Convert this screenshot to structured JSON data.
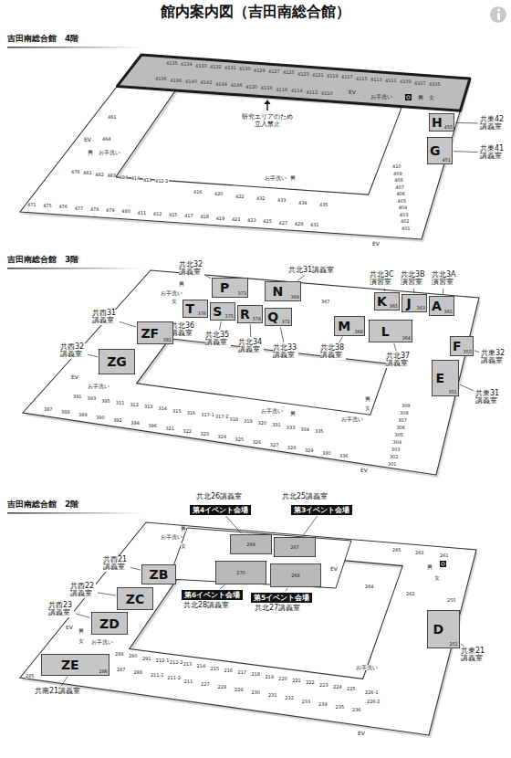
{
  "diagram": {
    "title": "館内案内図（吉田南総合館）",
    "nodes": [
      {
        "text": [
          "H",
          "共東42講義室",
          "455"
        ]
      },
      {
        "text": [
          "G",
          "共東41講義室",
          "451"
        ]
      },
      {
        "text": [
          "P",
          "共北32講義室",
          "373"
        ]
      },
      {
        "text": [
          "N",
          "共北31講義室",
          "369"
        ]
      },
      {
        "text": [
          "T",
          "共北36講義室",
          "376"
        ]
      },
      {
        "text": [
          "S",
          "共北35講義室",
          "375"
        ]
      },
      {
        "text": [
          "R",
          "共北34講義室",
          "374"
        ]
      },
      {
        "text": [
          "Q",
          "共北33講義室",
          "372"
        ]
      },
      {
        "text": [
          "K",
          "共北3C演習室",
          "365"
        ]
      },
      {
        "text": [
          "J",
          "共北3B演習室",
          "363"
        ]
      },
      {
        "text": [
          "A",
          "共北3A演習室",
          "361"
        ]
      },
      {
        "text": [
          "M",
          "共北38講義室",
          "368"
        ]
      },
      {
        "text": [
          "L",
          "共北37講義室",
          "364"
        ]
      },
      {
        "text": [
          "ZF",
          "共西31講義室",
          "381"
        ]
      },
      {
        "text": [
          "ZG",
          "共西32講義室"
        ]
      },
      {
        "text": [
          "F",
          "共東32講義室",
          "355"
        ]
      },
      {
        "text": [
          "E",
          "共東31講義室",
          "351"
        ]
      },
      {
        "text": [
          "第4イベント会場",
          "共北26講義室",
          "269"
        ]
      },
      {
        "text": [
          "第3イベント会場",
          "共北25講義室",
          "267"
        ]
      },
      {
        "text": [
          "第6イベント会場",
          "共北28講義室",
          "270"
        ]
      },
      {
        "text": [
          "第5イベント会場",
          "共北27講義室",
          "268"
        ]
      },
      {
        "text": [
          "ZB",
          "共西21講義室"
        ]
      },
      {
        "text": [
          "ZC",
          "共西22講義室"
        ]
      },
      {
        "text": [
          "ZD",
          "共西23講義室"
        ]
      },
      {
        "text": [
          "ZE",
          "共南21講義室",
          "286"
        ]
      },
      {
        "text": [
          "D",
          "共東21講義室",
          "251"
        ]
      }
    ],
    "labels": [
      "吉田南総合館　4階",
      "4135",
      "4134",
      "4133",
      "4132",
      "4131",
      "4130",
      "4129",
      "4127",
      "4125",
      "4123",
      "4121",
      "4119",
      "4117",
      "4115",
      "4113",
      "4111",
      "4109",
      "4107",
      "4105",
      "4136",
      "4138",
      "4140",
      "4142",
      "4144",
      "4146",
      "4120",
      "4118",
      "4116",
      "4114",
      "4112",
      "4110",
      "EV",
      "お手洗い",
      "男",
      "女",
      "研究エリアのため 立入禁止",
      "461",
      "EV",
      "464",
      "男",
      "お手洗い",
      "478",
      "481",
      "482",
      "483",
      "484",
      "414",
      "413",
      "412-2",
      "471",
      "475",
      "476",
      "477",
      "478",
      "479",
      "480",
      "411",
      "412",
      "415",
      "417",
      "418",
      "419",
      "421",
      "423",
      "425",
      "427",
      "429",
      "431",
      "416",
      "420",
      "422",
      "432",
      "433",
      "434",
      "435",
      "お手洗い",
      "男",
      "410",
      "409",
      "408",
      "407",
      "406",
      "405",
      "404",
      "403",
      "402",
      "401",
      "EV",
      "吉田南総合館　3階",
      "お手洗い",
      "男",
      "女",
      "367",
      "EV",
      "お手洗い",
      "391",
      "393",
      "395",
      "311",
      "312",
      "313",
      "314",
      "315",
      "316",
      "317-1",
      "317-2",
      "318",
      "319",
      "320",
      "331",
      "333",
      "334",
      "335",
      "387",
      "388",
      "389",
      "390",
      "392",
      "394",
      "396",
      "321",
      "322",
      "323",
      "324",
      "325",
      "326",
      "327",
      "328",
      "329",
      "330",
      "336",
      "お手洗い",
      "男",
      "309",
      "308",
      "307",
      "306",
      "305",
      "304",
      "303",
      "302",
      "301",
      "男",
      "女",
      "お手洗い",
      "EV",
      "吉田南総合館　2階",
      "お手洗い",
      "男",
      "女",
      "265",
      "263",
      "261",
      "男",
      "女",
      "EV",
      "264",
      "262",
      "255",
      "EV",
      "男",
      "女",
      "お手洗い",
      "285",
      "289",
      "290",
      "291",
      "212-1",
      "212-2",
      "213",
      "214",
      "215",
      "216",
      "217",
      "218",
      "219",
      "220",
      "221",
      "222",
      "223",
      "224",
      "225",
      "226-1",
      "226-2",
      "287",
      "288",
      "211-1",
      "211-2",
      "211",
      "227",
      "228",
      "229",
      "230",
      "231",
      "232",
      "233",
      "234",
      "235",
      "236",
      "お手洗い",
      "EV"
    ]
  }
}
